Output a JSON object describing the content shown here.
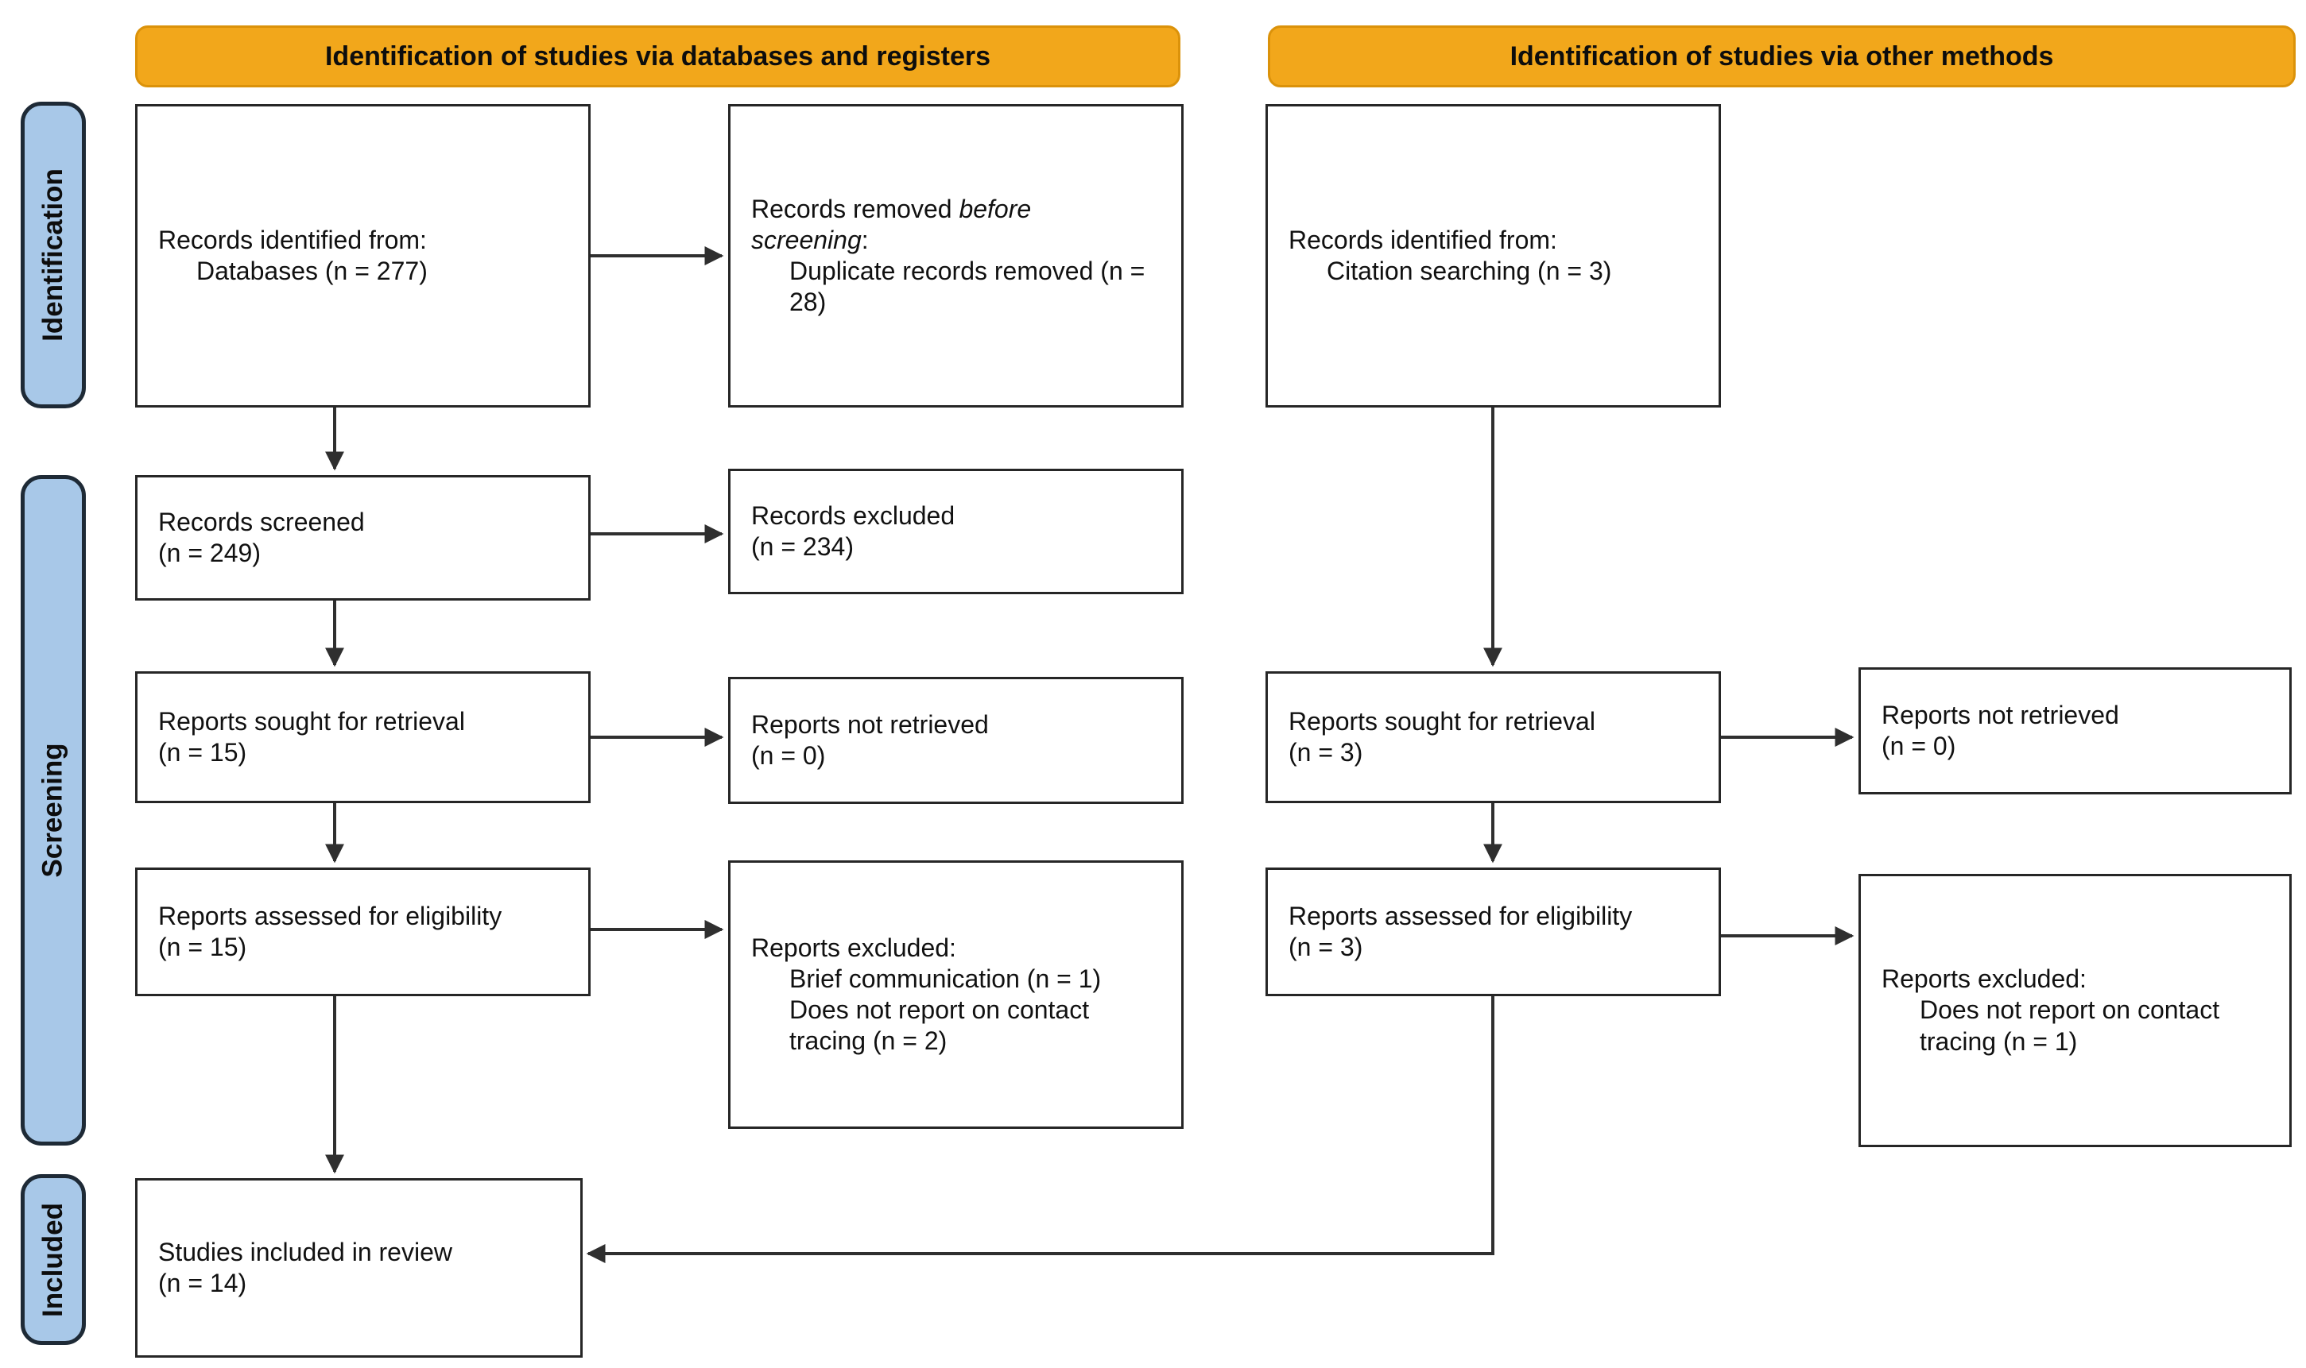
{
  "banners": {
    "left": "Identification of studies via databases and registers",
    "right": "Identification of studies via other methods"
  },
  "stages": {
    "identification": "Identification",
    "screening": "Screening",
    "included": "Included"
  },
  "colors": {
    "banner_fill": "#F2A71B",
    "banner_border": "#DB920A",
    "stage_fill": "#A8C8E8",
    "stage_border": "#1E2A36",
    "box_border": "#262626",
    "arrow": "#2F2F2F"
  },
  "boxes": {
    "records_identified_db": {
      "line1": "Records identified from:",
      "line2": "Databases (n = 277)"
    },
    "records_removed": {
      "line1_normal": "Records removed ",
      "line1_italic": "before screening",
      "line1_suffix": ":",
      "line2": "Duplicate records removed (n = 28)"
    },
    "records_identified_citation": {
      "line1": "Records identified from:",
      "line2": "Citation searching (n = 3)"
    },
    "records_screened": {
      "line1": "Records screened",
      "line2": "(n = 249)"
    },
    "records_excluded": {
      "line1": "Records excluded",
      "line2": "(n = 234)"
    },
    "reports_sought_db": {
      "line1": "Reports sought for retrieval",
      "line2": "(n = 15)"
    },
    "reports_not_retrieved_db": {
      "line1": "Reports not retrieved",
      "line2": "(n = 0)"
    },
    "reports_sought_other": {
      "line1": "Reports sought for retrieval",
      "line2": "(n = 3)"
    },
    "reports_not_retrieved_other": {
      "line1": "Reports not retrieved",
      "line2": "(n = 0)"
    },
    "reports_assessed_db": {
      "line1": "Reports assessed for eligibility",
      "line2": "(n = 15)"
    },
    "reports_excluded_db": {
      "line1": "Reports excluded:",
      "line2": "Brief communication (n = 1)",
      "line3": "Does not report on contact tracing (n = 2)"
    },
    "reports_assessed_other": {
      "line1": "Reports assessed for eligibility",
      "line2": "(n = 3)"
    },
    "reports_excluded_other": {
      "line1": "Reports excluded:",
      "line2": "Does not report on contact tracing (n = 1)"
    },
    "studies_included": {
      "line1": "Studies included in review",
      "line2": "(n = 14)"
    }
  }
}
